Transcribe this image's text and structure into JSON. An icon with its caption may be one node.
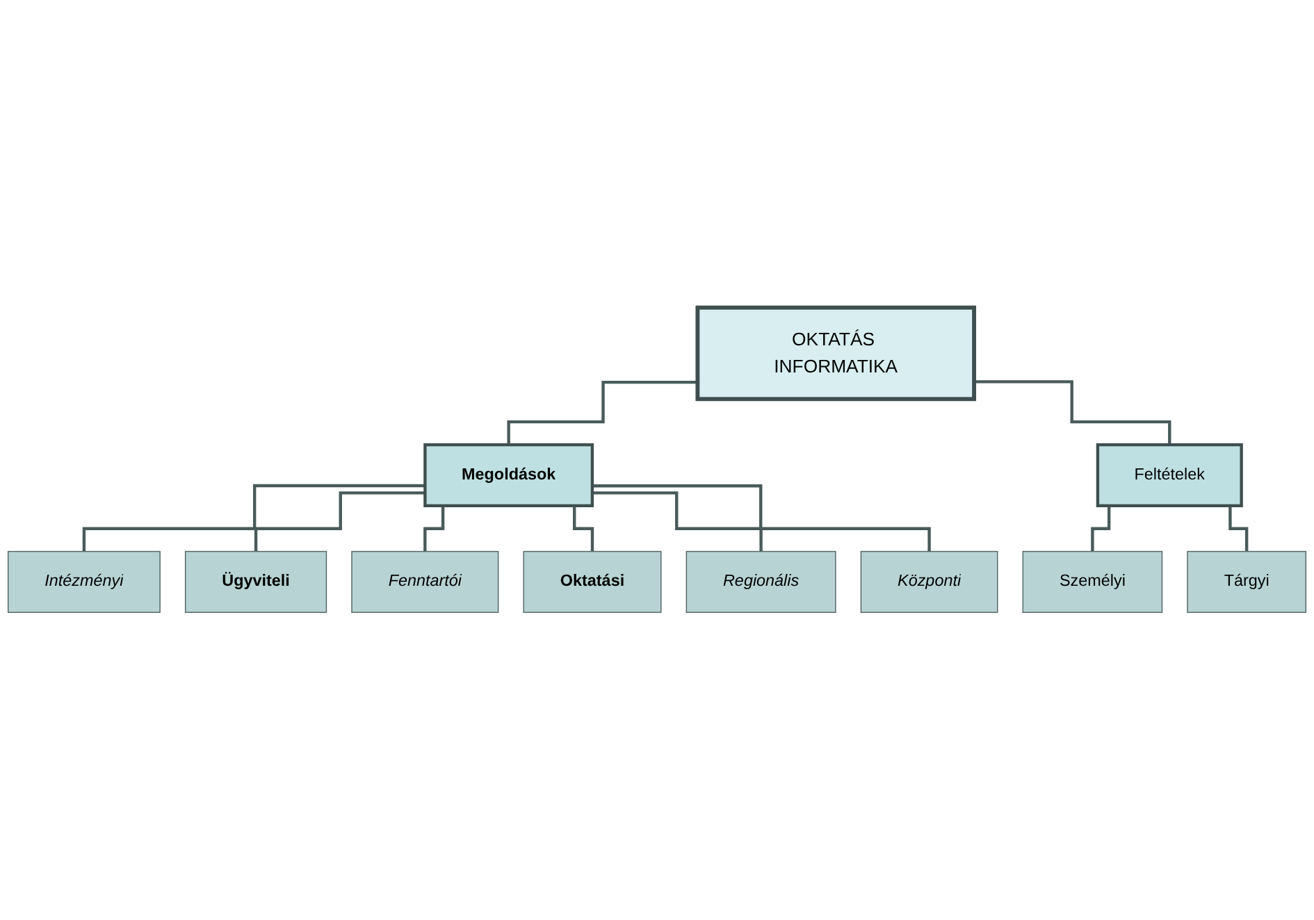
{
  "diagram": {
    "nodes": [
      {
        "text": [
          "OKTATÁS INFORMATIKA"
        ]
      },
      {
        "text": [
          "Megoldások"
        ]
      },
      {
        "text": [
          "Feltételek"
        ]
      },
      {
        "text": [
          "Intézményi"
        ]
      },
      {
        "text": [
          "Ügyviteli"
        ]
      },
      {
        "text": [
          "Fenntartói"
        ]
      },
      {
        "text": [
          "Oktatási"
        ]
      },
      {
        "text": [
          "Regionális"
        ]
      },
      {
        "text": [
          "Központi"
        ]
      },
      {
        "text": [
          "Személyi"
        ]
      },
      {
        "text": [
          "Tárgyi"
        ]
      }
    ],
    "edges": [
      {
        "from": 0,
        "to": 1,
        "arrow": "none"
      },
      {
        "from": 0,
        "to": 2,
        "arrow": "none"
      },
      {
        "from": 1,
        "to": 3,
        "arrow": "none"
      },
      {
        "from": 1,
        "to": 4,
        "arrow": "none"
      },
      {
        "from": 1,
        "to": 5,
        "arrow": "none"
      },
      {
        "from": 1,
        "to": 6,
        "arrow": "none"
      },
      {
        "from": 1,
        "to": 7,
        "arrow": "none"
      },
      {
        "from": 1,
        "to": 8,
        "arrow": "none"
      },
      {
        "from": 2,
        "to": 9,
        "arrow": "none"
      },
      {
        "from": 2,
        "to": 10,
        "arrow": "none"
      }
    ]
  }
}
